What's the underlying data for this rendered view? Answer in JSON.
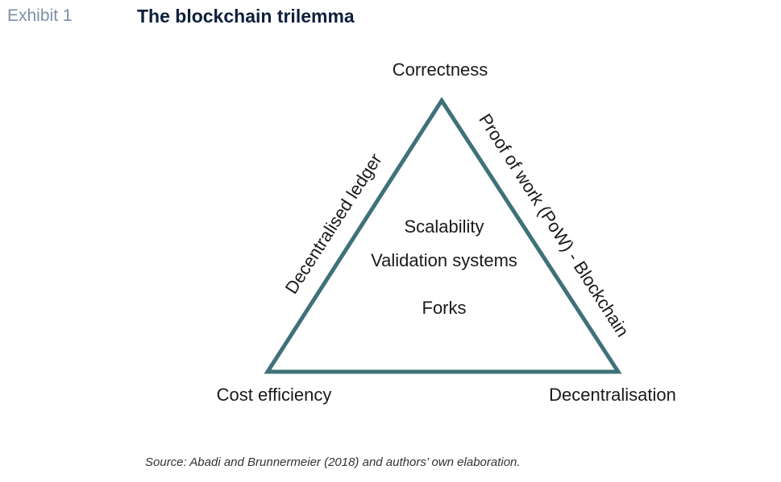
{
  "header": {
    "exhibit_label": "Exhibit 1",
    "title": "The blockchain trilemma"
  },
  "diagram": {
    "vertices": {
      "top": "Correctness",
      "bottom_left": "Cost efficiency",
      "bottom_right": "Decentralisation"
    },
    "edges": {
      "left": "Decentralised ledger",
      "right": "Proof of work (PoW) - Blockchain"
    },
    "center_items": [
      "Scalability",
      "Validation systems",
      "Forks"
    ],
    "colors": {
      "triangle_stroke": "#3f7278",
      "text": "#1a1a1a"
    }
  },
  "footer": {
    "source": "Source: Abadi and Brunnermeier (2018) and authors’ own elaboration."
  }
}
